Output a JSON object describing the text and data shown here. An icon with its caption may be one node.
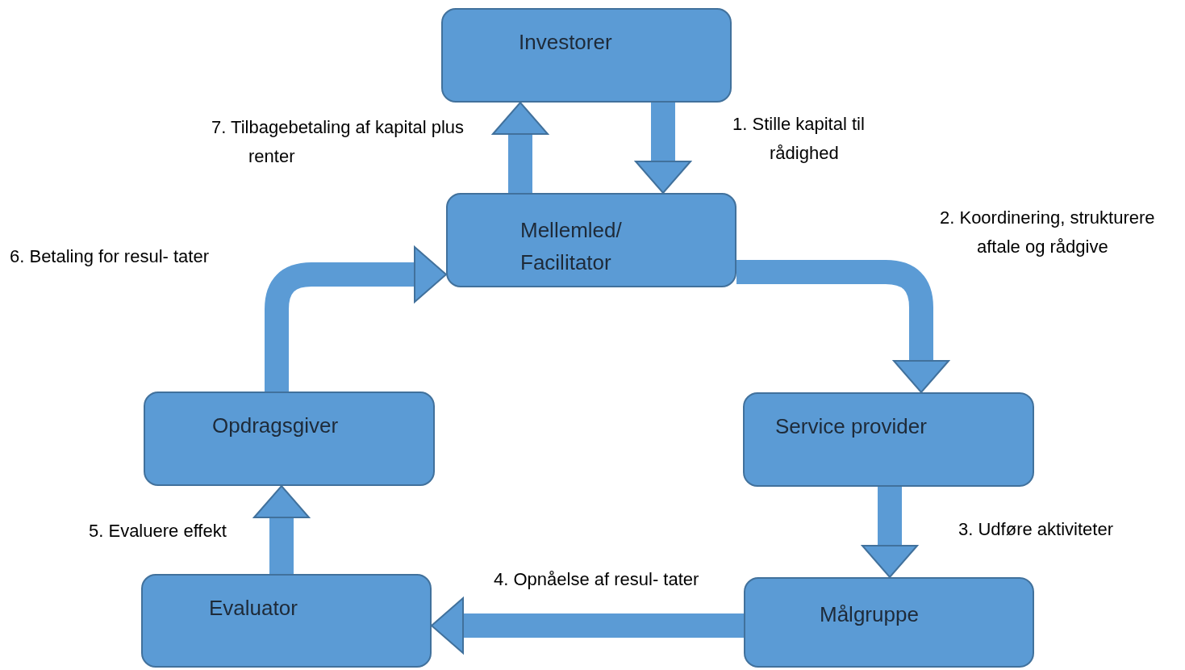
{
  "diagram": {
    "nodes": [
      {
        "text": [
          "Investorer"
        ]
      },
      {
        "text": [
          "Mellemled/ Facilitator"
        ]
      },
      {
        "text": [
          "Service provider"
        ]
      },
      {
        "text": [
          "Målgruppe"
        ]
      },
      {
        "text": [
          "Evaluator"
        ]
      },
      {
        "text": [
          "Opdragsgiver"
        ]
      }
    ],
    "edges": [
      {
        "from": 0,
        "to": 1,
        "arrow": "to",
        "label": "1. Stille kapital til rådighed"
      },
      {
        "from": 1,
        "to": 2,
        "arrow": "to",
        "label": "2. Koordinering, strukturere aftale og rådgive"
      },
      {
        "from": 2,
        "to": 3,
        "arrow": "to",
        "label": "3. Udføre aktiviteter"
      },
      {
        "from": 3,
        "to": 4,
        "arrow": "to",
        "label": "4. Opnåelse af resul- tater"
      },
      {
        "from": 4,
        "to": 5,
        "arrow": "to",
        "label": "5. Evaluere effekt"
      },
      {
        "from": 5,
        "to": 1,
        "arrow": "to",
        "label": "6. Betaling for resul- tater"
      },
      {
        "from": 1,
        "to": 0,
        "arrow": "to",
        "label": "7. Tilbagebetaling af kapital plus renter"
      }
    ]
  }
}
